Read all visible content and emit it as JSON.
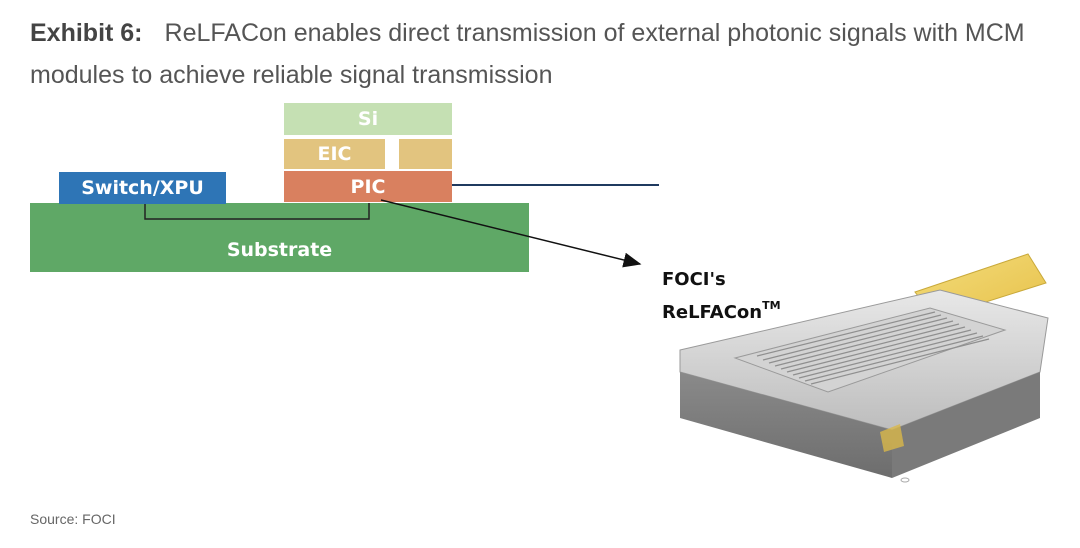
{
  "title": {
    "exhibit": "Exhibit 6:",
    "text": "ReLFACon enables direct transmission of external photonic signals with MCM modules to achieve reliable signal transmission"
  },
  "diagram": {
    "blocks": {
      "si": "Si",
      "eic": "EIC",
      "pic": "PIC",
      "switch": "Switch/XPU",
      "substrate": "Substrate"
    },
    "callout_line1": "FOCI's",
    "callout_line2": "ReLFACon",
    "callout_tm": "TM"
  },
  "colors": {
    "si": "#c5e0b3",
    "eic": "#e2c47f",
    "pic": "#d9805f",
    "switch": "#2e75b6",
    "substrate": "#5fa866",
    "fiber": "#1f3a5f"
  },
  "source": "Source: FOCI"
}
